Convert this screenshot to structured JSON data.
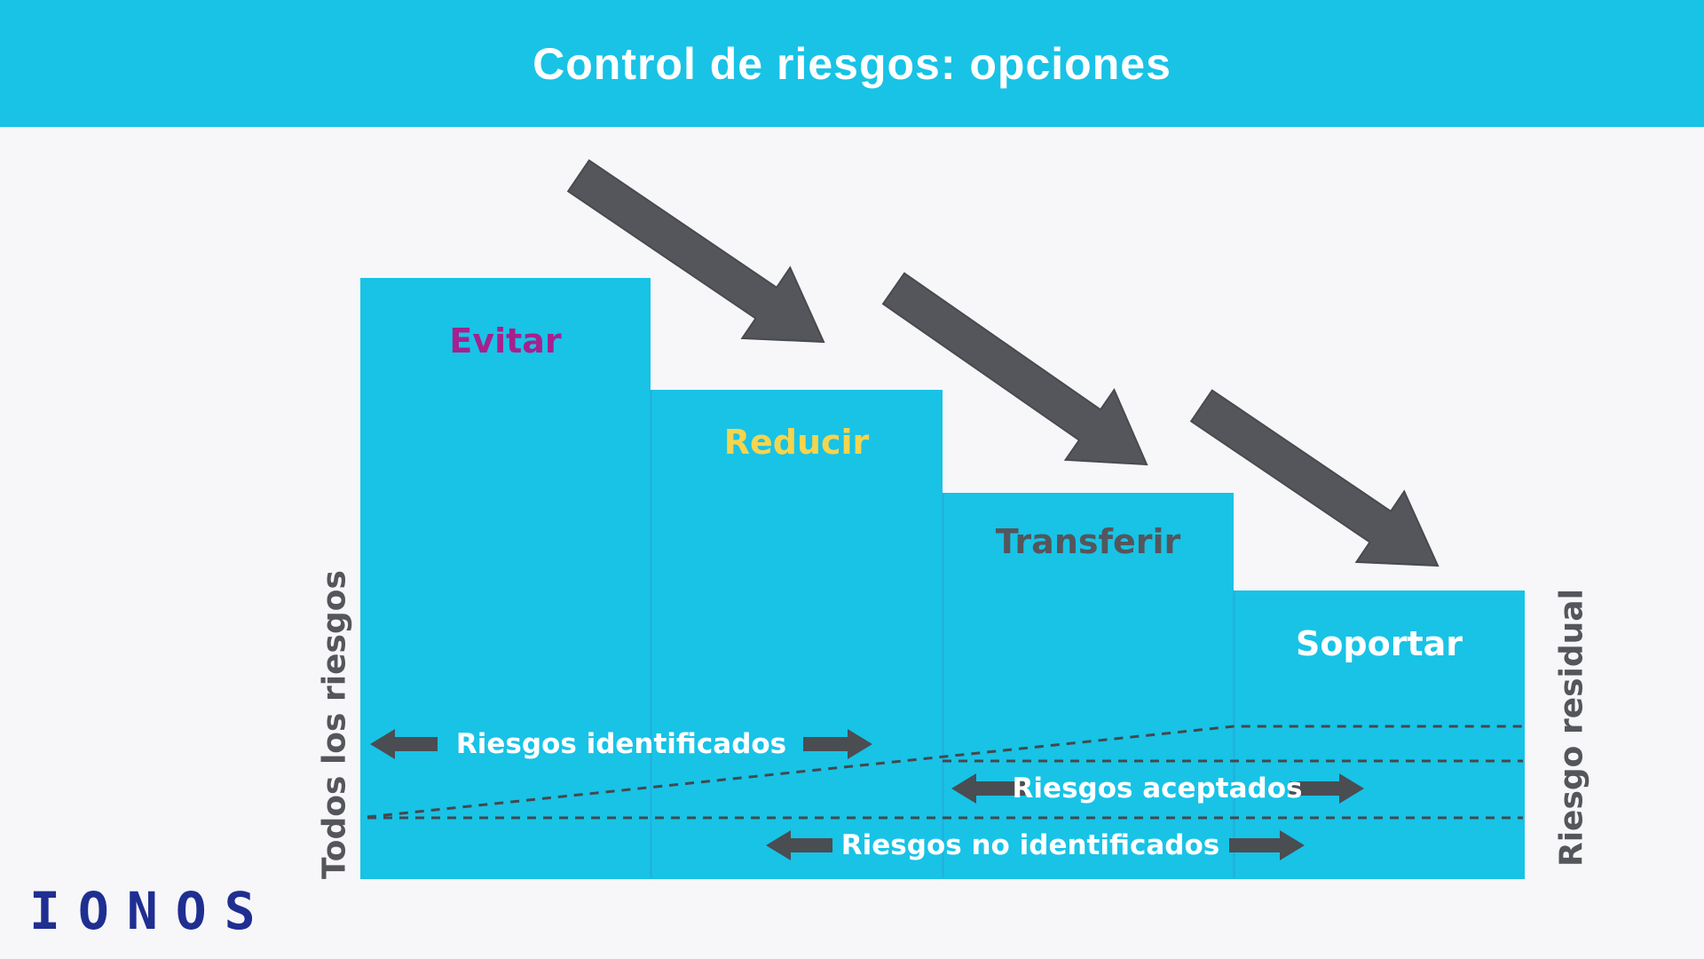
{
  "header": {
    "title": "Control de riesgos: opciones",
    "background_color": "#18C3E6",
    "text_color": "#FFFFFF"
  },
  "diagram": {
    "bar_color": "#18C3E6",
    "big_arrow_color": "#54565B",
    "dashed_line_color": "#44484D",
    "background_color": "#F7F7F9",
    "steps": [
      {
        "label": "Evitar",
        "label_color": "#A6218E"
      },
      {
        "label": "Reducir",
        "label_color": "#F5D44E"
      },
      {
        "label": "Transferir",
        "label_color": "#54565B"
      },
      {
        "label": "Soportar",
        "label_color": "#FFFFFF"
      }
    ],
    "axis": {
      "left_label": "Todos los riesgos",
      "right_label": "Riesgo residual",
      "label_color": "#54565B"
    },
    "ranges": [
      {
        "label": "Riesgos identificados"
      },
      {
        "label": "Riesgos aceptados"
      },
      {
        "label": "Riesgos no identificados"
      }
    ]
  },
  "footer": {
    "logo_text": "IONOS",
    "logo_color": "#1F2E91"
  }
}
